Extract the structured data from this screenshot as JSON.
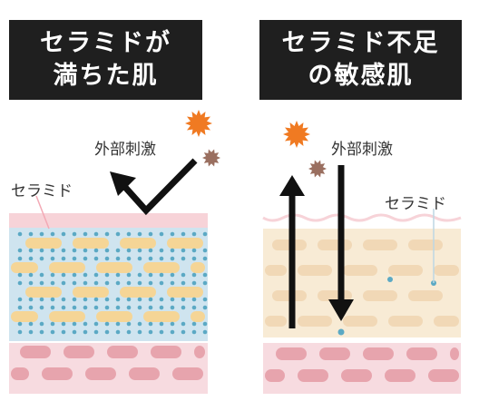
{
  "left_panel": {
    "title_lines": [
      "セラミドが",
      "満ちた肌"
    ],
    "stimulus_label": "外部刺激",
    "ceramide_label": "セラミド"
  },
  "right_panel": {
    "title_lines": [
      "セラミド不足",
      "の敏感肌"
    ],
    "stimulus_label": "外部刺激",
    "ceramide_label": "セラミド"
  },
  "colors": {
    "title_bg": "#1f1f1f",
    "title_text": "#ffffff",
    "surface_pink": "#f7d3d8",
    "healthy_layer": "#cfe4ef",
    "dry_layer": "#f8ebd5",
    "cell": "#f5d596",
    "cell_dry": "#f1d8b6",
    "ceramide_dot": "#5ba9c4",
    "lower_layer": "#f7dbe0",
    "lower_cell": "#e7a4ad",
    "stimulus_orange": "#f07a22",
    "stimulus_brown": "#9a6f60",
    "arrow": "#111111"
  }
}
